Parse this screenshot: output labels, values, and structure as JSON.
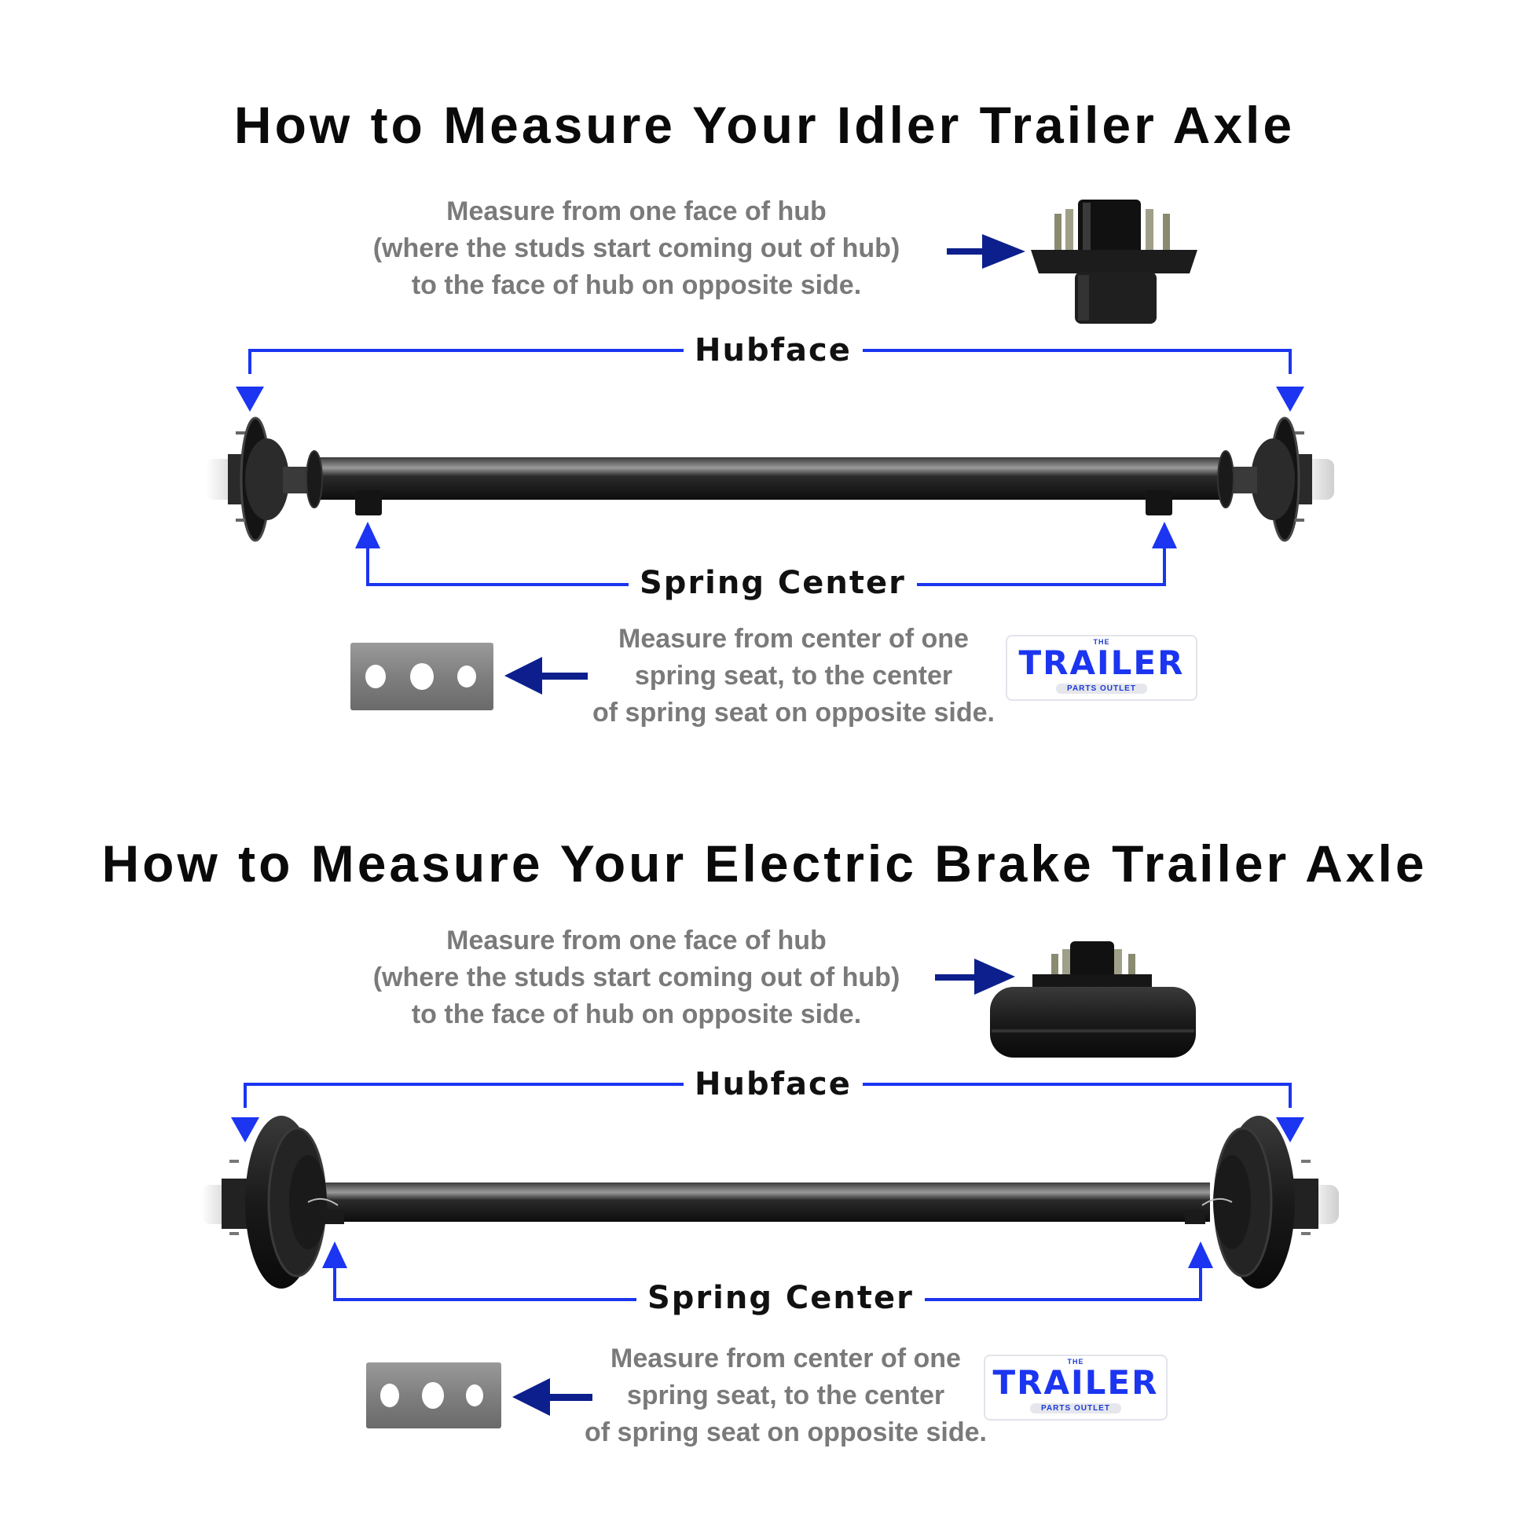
{
  "colors": {
    "title": "#0a0a0a",
    "description_text": "#7a7a7a",
    "dimension_line": "#1b35f0",
    "pointer_arrow": "#0d1f8c",
    "logo_blue": "#1b35f0",
    "axle_black": "#161616",
    "spring_seat_gray": "#8a8a8a"
  },
  "sections": [
    {
      "title": "How to Measure Your Idler Trailer Axle",
      "hub_description": {
        "lines": [
          "Measure from one face of hub",
          "(where the studs start coming out of hub)",
          "to the face of hub on opposite side."
        ]
      },
      "hub_image": "idler-hub-icon",
      "hubface_label": "Hubface",
      "spring_center_label": "Spring Center",
      "spring_description": {
        "lines": [
          "Measure from center of one",
          "spring seat, to the center",
          "of spring seat on opposite side."
        ]
      },
      "spring_seat_image": "spring-seat-icon",
      "logo": {
        "top": "THE",
        "main": "TRAILER",
        "sub": "PARTS OUTLET"
      }
    },
    {
      "title": "How to Measure Your Electric Brake Trailer Axle",
      "hub_description": {
        "lines": [
          "Measure from one face of hub",
          "(where the studs start coming out of hub)",
          "to the face of hub on opposite side."
        ]
      },
      "hub_image": "brake-drum-hub-icon",
      "hubface_label": "Hubface",
      "spring_center_label": "Spring Center",
      "spring_description": {
        "lines": [
          "Measure from center of one",
          "spring seat, to the center",
          "of spring seat on opposite side."
        ]
      },
      "spring_seat_image": "spring-seat-icon",
      "logo": {
        "top": "THE",
        "main": "TRAILER",
        "sub": "PARTS OUTLET"
      }
    }
  ]
}
